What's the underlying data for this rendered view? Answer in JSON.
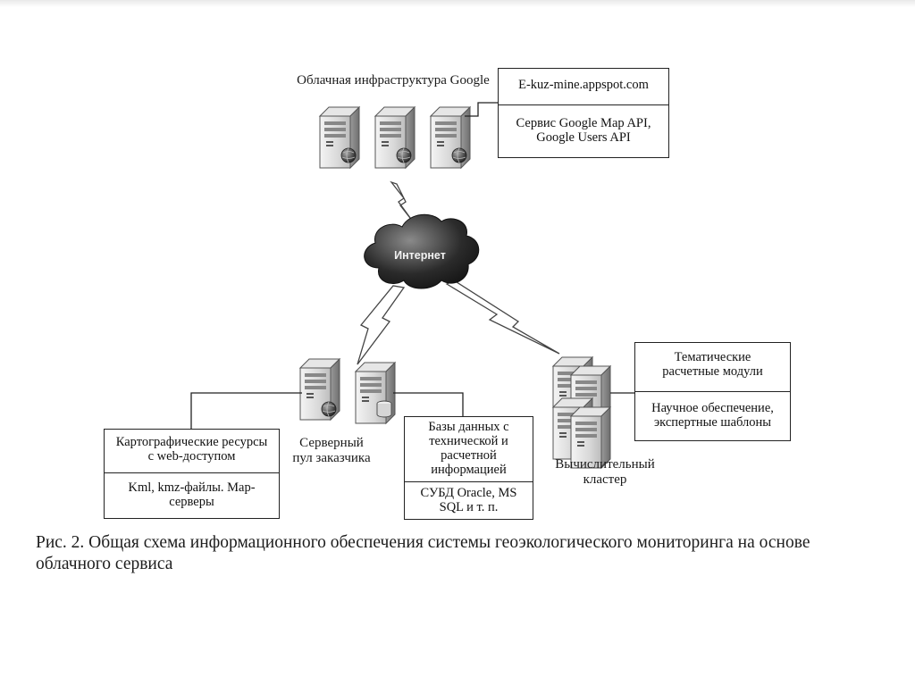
{
  "google": {
    "label": "Облачная инфраструктура Google",
    "box_top": "E-kuz-mine.appspot.com",
    "box_bottom": "Сервис Google Map API, Google Users API"
  },
  "internet": {
    "label": "Интернет"
  },
  "customer_pool": {
    "label": "Серверный пул заказчика"
  },
  "cartography": {
    "box_top": "Картографические ресурсы с web-доступом",
    "box_bottom": "Kml, kmz-файлы. Map-серверы"
  },
  "databases": {
    "box_top": "Базы данных с технической и расчетной информацией",
    "box_bottom": "СУБД Oracle, MS SQL и т. п."
  },
  "cluster": {
    "label": "Вычислительный кластер",
    "box_top": "Тематические расчетные модули",
    "box_bottom": "Научное обеспечение, экспертные шаблоны"
  },
  "caption": "Рис. 2. Общая схема информационного обеспечения системы геоэкологического мониторинга на основе облачного сервиса"
}
